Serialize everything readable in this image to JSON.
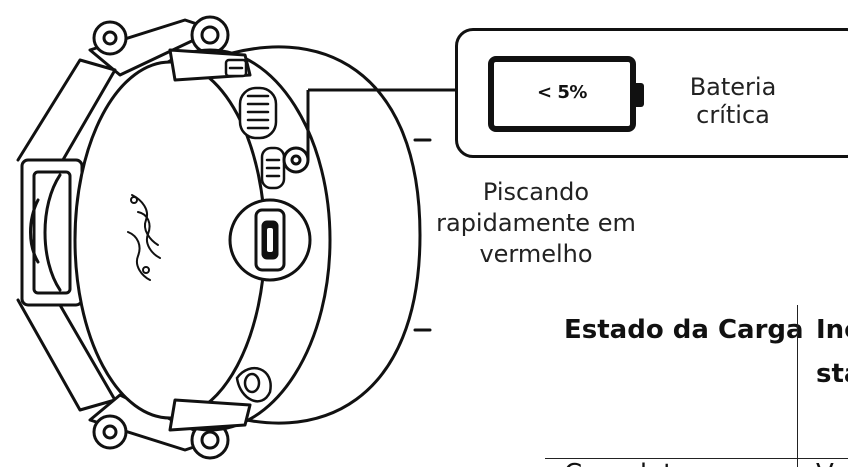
{
  "callout": {
    "battery_level": "< 5%",
    "label_line1": "Bateria",
    "label_line2": "crítica"
  },
  "indicator_state": {
    "line1": "Piscando",
    "line2": "rapidamente em",
    "line3": "vermelho"
  },
  "table": {
    "headers": [
      "Estado da Carga",
      "Indicador de status"
    ],
    "header_col2_line1": "Inc",
    "header_col2_line2": "sta",
    "rows": [
      [
        "Completa",
        "Ve"
      ]
    ]
  },
  "colors": {
    "line": "#111111",
    "background": "#ffffff"
  },
  "icons": [
    "headset-earcup-illustration",
    "razer-logo-icon",
    "battery-icon",
    "usb-c-port-icon",
    "status-led-icon"
  ]
}
